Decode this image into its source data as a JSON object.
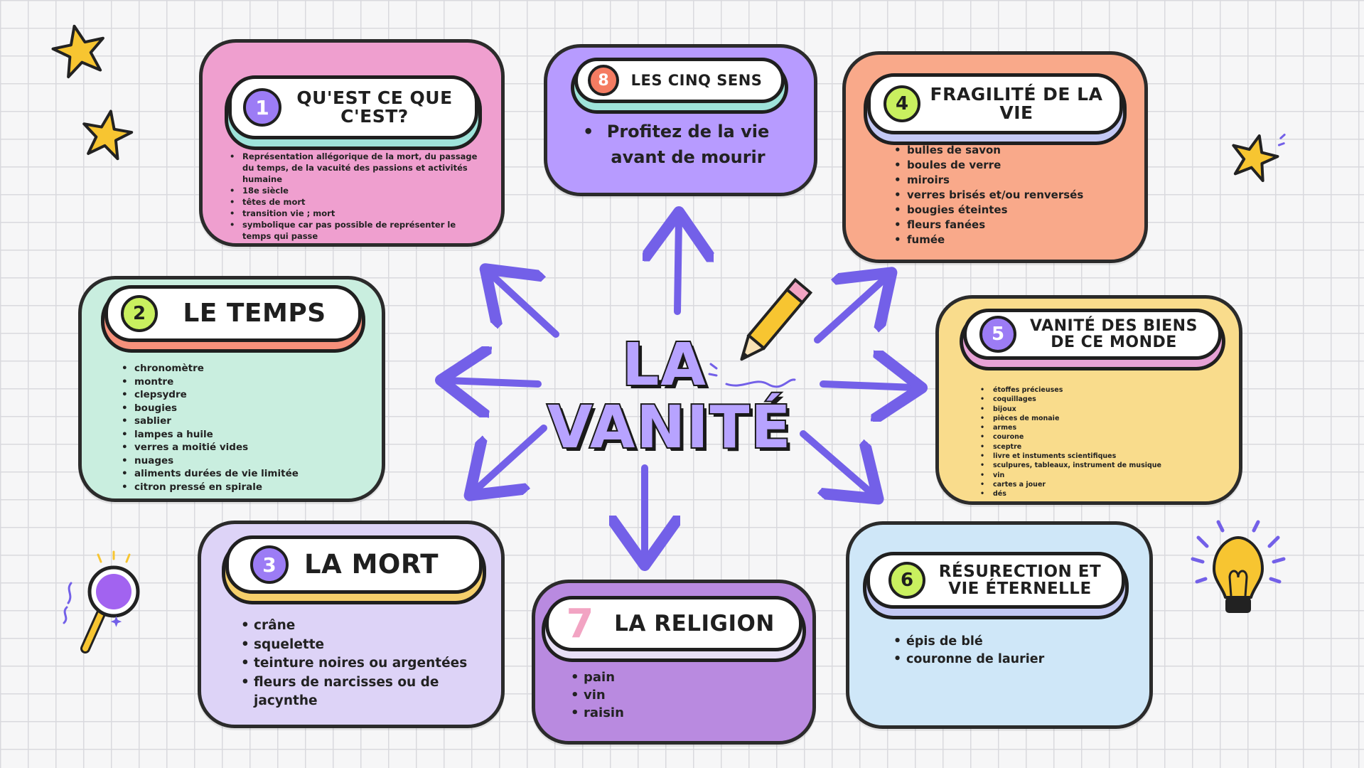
{
  "center": {
    "line1": "LA",
    "line2": "VANITÉ"
  },
  "colors": {
    "accent": "#7360e8",
    "card_pink": "#ef9fcf",
    "card_purple": "#b79bff",
    "card_orange": "#f9a98a",
    "card_mint": "#c9eedf",
    "card_yellow": "#f9dc8c",
    "card_lavender": "#ddd3f7",
    "card_violet": "#b98ae0",
    "card_blue": "#cfe7f8"
  },
  "cards": [
    {
      "number": "1",
      "title": "Qu'est ce que c'est?",
      "items": [
        "Représentation allégorique de la mort, du passage du temps, de la vacuité des passions et activités humaine",
        "18e siècle",
        "têtes de mort",
        "transition vie ; mort",
        "symbolique car pas possible de représenter le temps qui passe"
      ]
    },
    {
      "number": "2",
      "title": "Le temps",
      "items": [
        "chronomètre",
        "montre",
        "clepsydre",
        "bougies",
        "sablier",
        "lampes a huile",
        "verres a moitié vides",
        "nuages",
        "aliments durées de vie limitée",
        "citron pressé en spirale"
      ]
    },
    {
      "number": "3",
      "title": "La mort",
      "items": [
        "crâne",
        "squelette",
        "teinture noires ou argentées",
        "fleurs de narcisses ou de jacynthe"
      ]
    },
    {
      "number": "4",
      "title": "Fragilité de la vie",
      "items": [
        "bulles de savon",
        "boules de verre",
        "miroirs",
        "verres brisés et/ou renversés",
        "bougies éteintes",
        "fleurs fanées",
        "fumée"
      ]
    },
    {
      "number": "5",
      "title": "Vanité des biens de ce monde",
      "items": [
        "étoffes précieuses",
        "coquillages",
        "bijoux",
        "pièces de monaie",
        "armes",
        "courone",
        "sceptre",
        "livre et instuments scientifiques",
        "sculpures, tableaux, instrument de musique",
        "vin",
        "cartes a jouer",
        "dés"
      ]
    },
    {
      "number": "6",
      "title": "Résurection et vie éternelle",
      "items": [
        "épis de blé",
        "couronne de laurier"
      ]
    },
    {
      "number": "7",
      "title": "La religion",
      "items": [
        "pain",
        "vin",
        "raisin"
      ]
    },
    {
      "number": "8",
      "title": "Les cinq sens",
      "items": [
        "Profitez de la vie avant de mourir"
      ]
    }
  ]
}
